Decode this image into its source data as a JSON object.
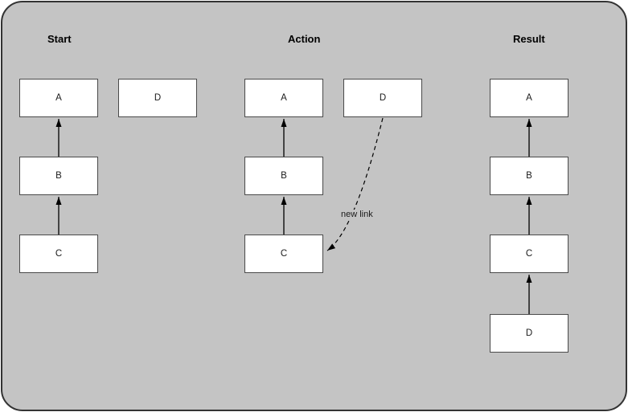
{
  "diagram": {
    "colors": {
      "canvas_fill": "#c4c4c4",
      "canvas_border": "#333333",
      "node_fill": "#ffffff",
      "node_border": "#4a4a4a",
      "connector": "#000000"
    },
    "panels": {
      "start": {
        "title": "Start",
        "nodes": {
          "a": "A",
          "d": "D",
          "b": "B",
          "c": "C"
        }
      },
      "action": {
        "title": "Action",
        "nodes": {
          "a": "A",
          "d": "D",
          "b": "B",
          "c": "C"
        },
        "annotation": "new link"
      },
      "result": {
        "title": "Result",
        "nodes": {
          "a": "A",
          "b": "B",
          "c": "C",
          "d": "D"
        }
      }
    }
  }
}
